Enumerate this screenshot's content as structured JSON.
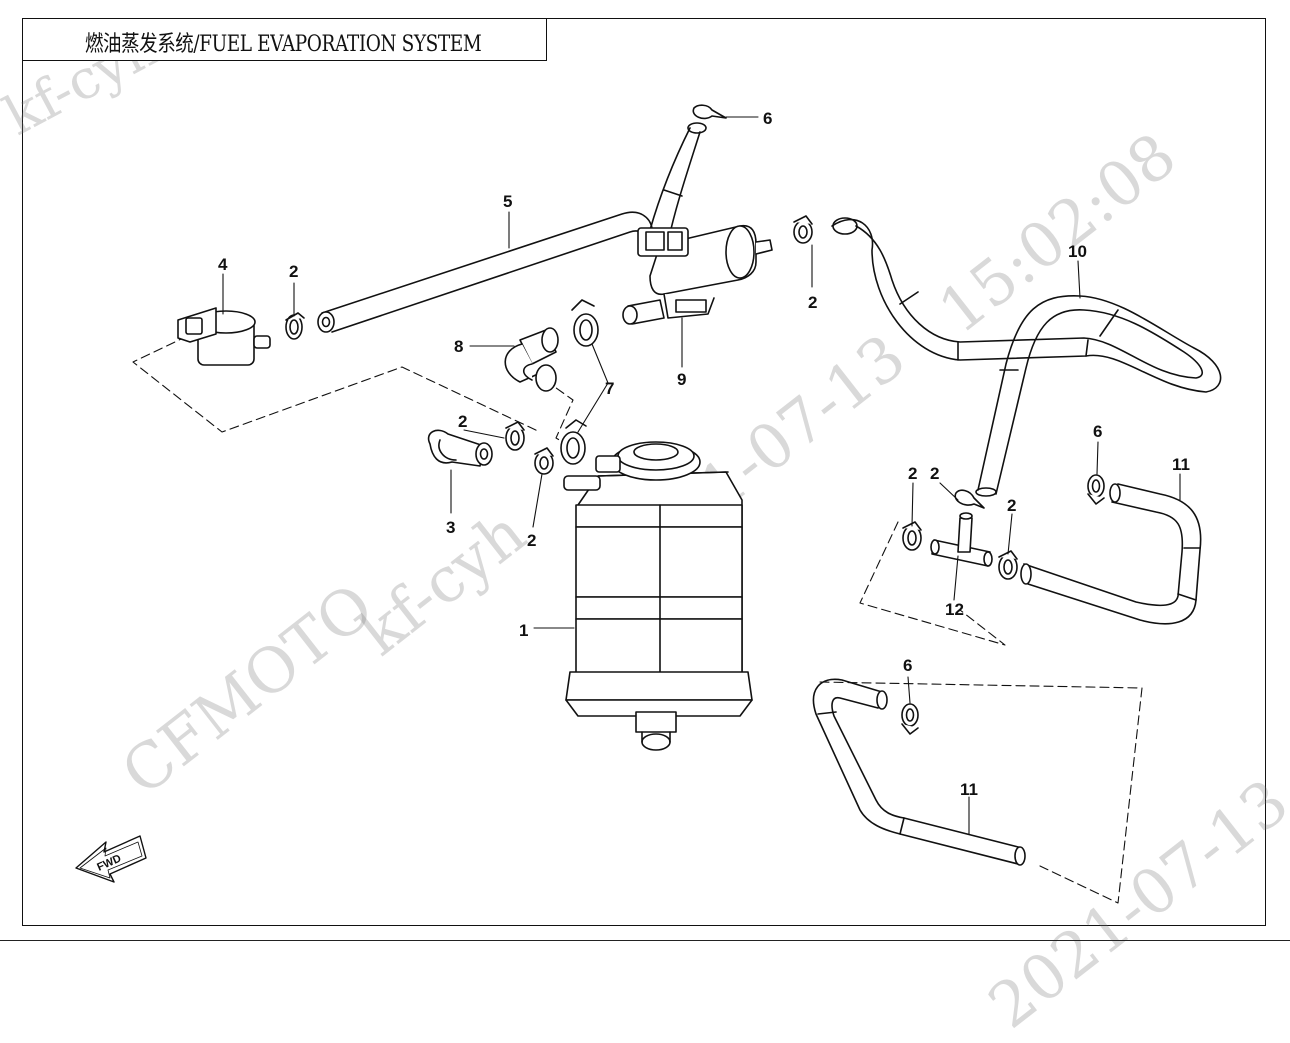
{
  "title": "燃油蒸发系统/FUEL EVAPORATION SYSTEM",
  "watermarks": {
    "brand": "CFMOTO",
    "user": "kf-cyh",
    "time": "15:02:08",
    "date": "2021-07-13",
    "corner_user": "kf-cyh"
  },
  "fwd_label": "FWD",
  "callouts": [
    {
      "id": "c1",
      "label": "1"
    },
    {
      "id": "c2a",
      "label": "2"
    },
    {
      "id": "c2b",
      "label": "2"
    },
    {
      "id": "c2c",
      "label": "2"
    },
    {
      "id": "c2d",
      "label": "2"
    },
    {
      "id": "c2e",
      "label": "2"
    },
    {
      "id": "c2f",
      "label": "2"
    },
    {
      "id": "c2g",
      "label": "2"
    },
    {
      "id": "c3",
      "label": "3"
    },
    {
      "id": "c4",
      "label": "4"
    },
    {
      "id": "c5",
      "label": "5"
    },
    {
      "id": "c6a",
      "label": "6"
    },
    {
      "id": "c6b",
      "label": "6"
    },
    {
      "id": "c6c",
      "label": "6"
    },
    {
      "id": "c7",
      "label": "7"
    },
    {
      "id": "c8",
      "label": "8"
    },
    {
      "id": "c9",
      "label": "9"
    },
    {
      "id": "c10",
      "label": "10"
    },
    {
      "id": "c11a",
      "label": "11"
    },
    {
      "id": "c11b",
      "label": "11"
    },
    {
      "id": "c12",
      "label": "12"
    }
  ],
  "colors": {
    "line": "#111111",
    "fill": "#ffffff",
    "watermark": "#9a9a9a"
  }
}
